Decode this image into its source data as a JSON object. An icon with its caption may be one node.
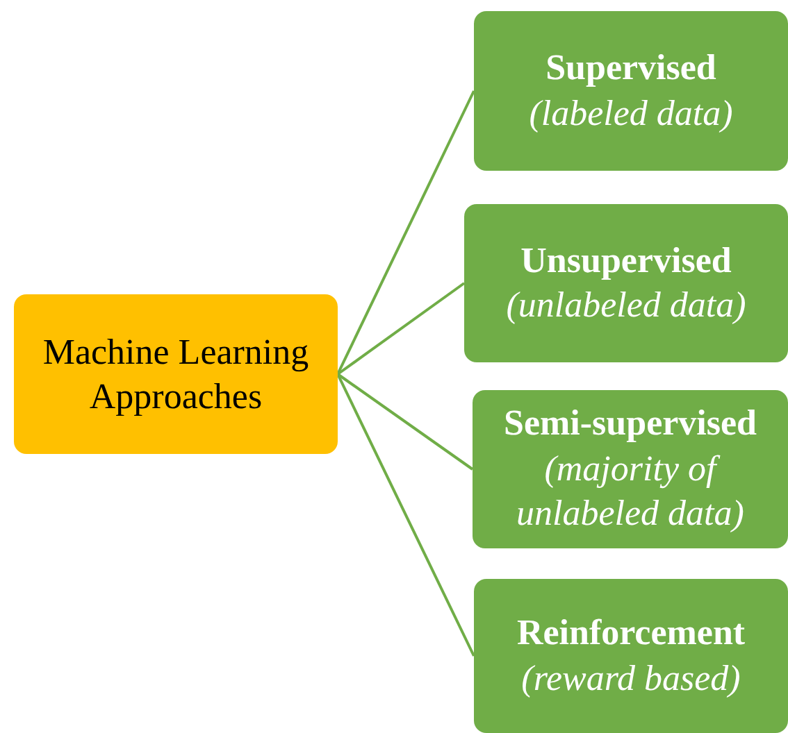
{
  "diagram": {
    "nodes": [
      {
        "text": [
          "Machine Learning Approaches"
        ]
      },
      {
        "text": [
          "Supervised",
          "(labeled data)"
        ]
      },
      {
        "text": [
          "Unsupervised",
          "(unlabeled data)"
        ]
      },
      {
        "text": [
          "Semi-supervised",
          "(majority of unlabeled data)"
        ]
      },
      {
        "text": [
          "Reinforcement",
          "(reward based)"
        ]
      }
    ],
    "edges": [
      {
        "from": 0,
        "to": 1,
        "arrow": "none"
      },
      {
        "from": 0,
        "to": 2,
        "arrow": "none"
      },
      {
        "from": 0,
        "to": 3,
        "arrow": "none"
      },
      {
        "from": 0,
        "to": 4,
        "arrow": "none"
      }
    ]
  }
}
